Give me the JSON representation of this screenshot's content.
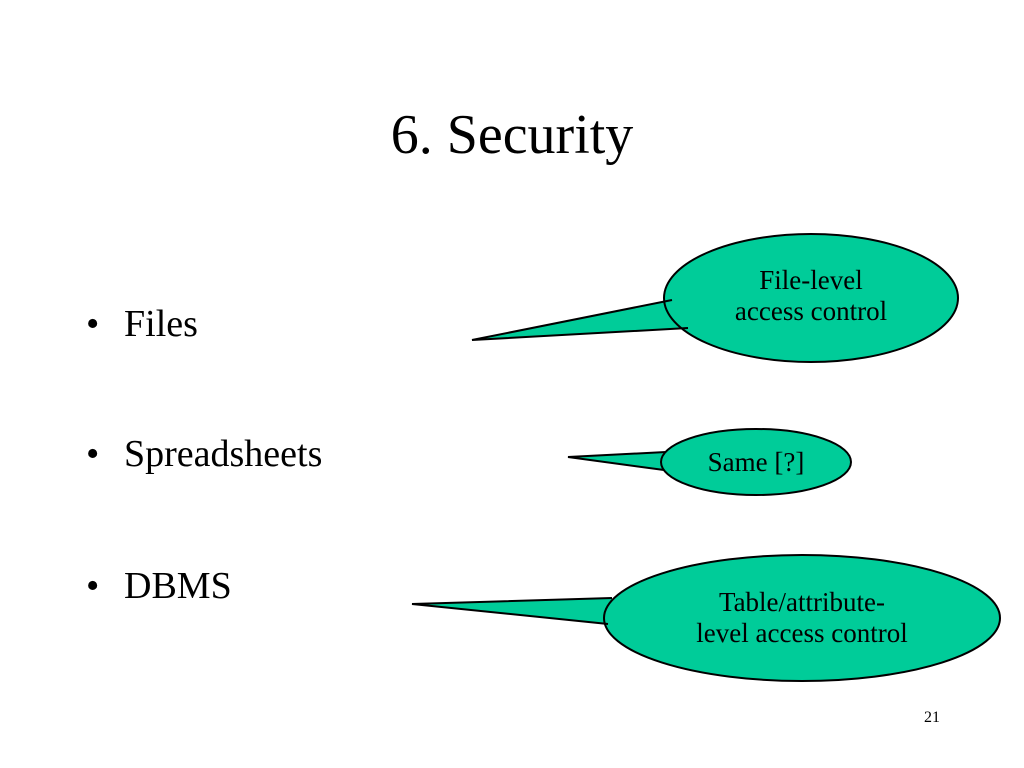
{
  "slide": {
    "title": "6. Security",
    "bullets": [
      {
        "marker": "•",
        "text": "Files"
      },
      {
        "marker": "•",
        "text": "Spreadsheets"
      },
      {
        "marker": "•",
        "text": "DBMS"
      }
    ],
    "callouts": [
      {
        "line1": "File-level",
        "line2": "access control"
      },
      {
        "line1": "Same [?]"
      },
      {
        "line1": "Table/attribute-",
        "line2": "level access control"
      }
    ],
    "page_number": "21",
    "colors": {
      "callout_fill": "#00CC99",
      "callout_stroke": "#000000",
      "text": "#000000",
      "background": "#FFFFFF"
    }
  }
}
